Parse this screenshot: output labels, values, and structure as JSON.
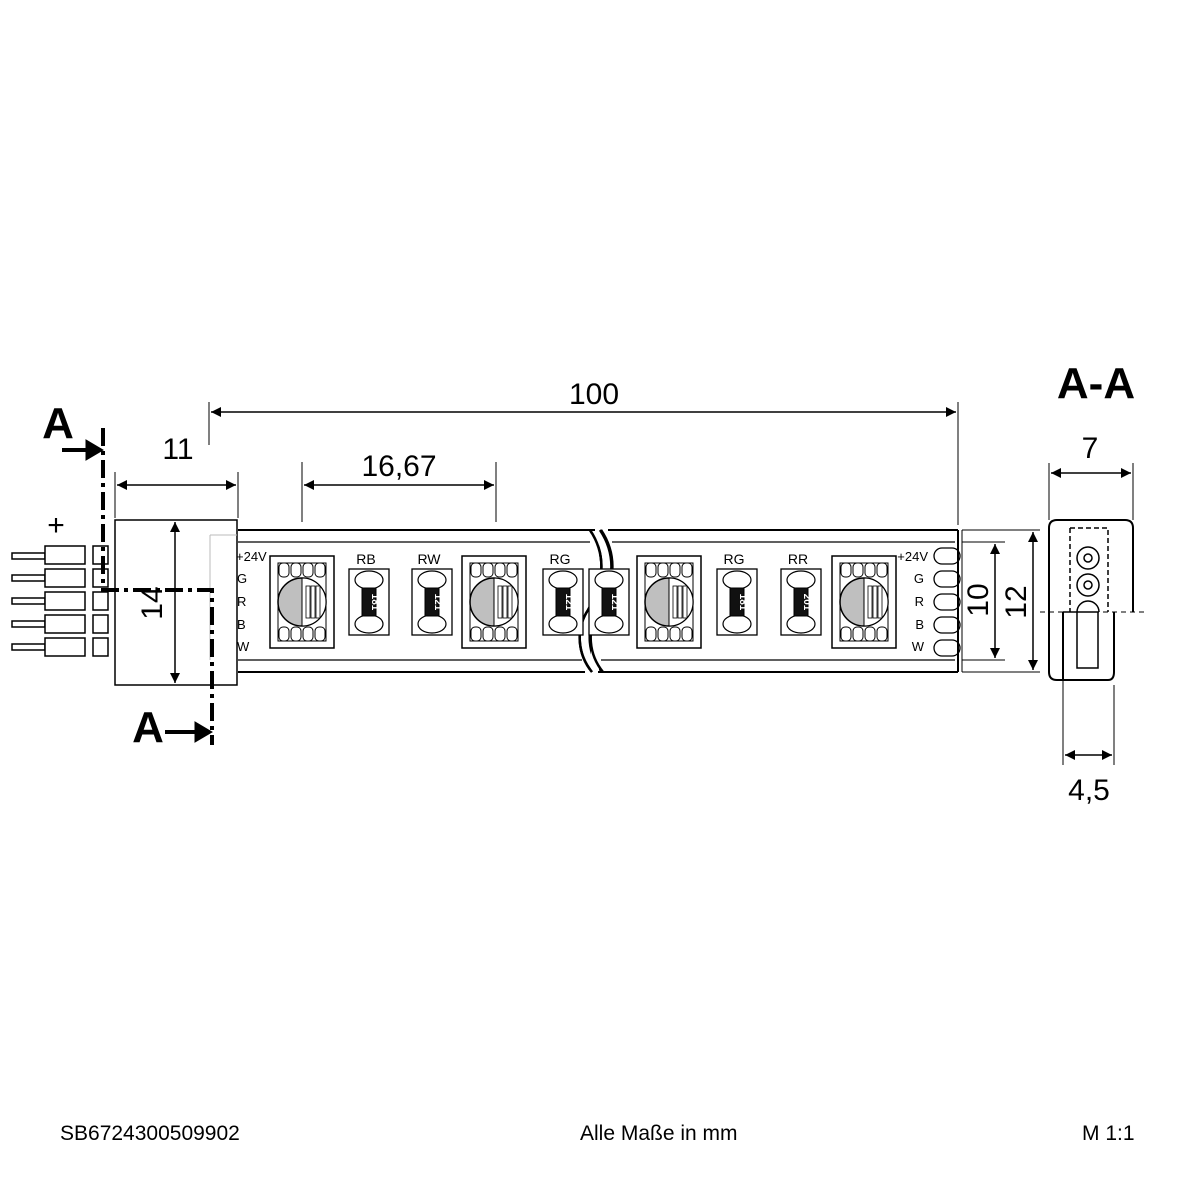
{
  "dimensions": {
    "total_length": "100",
    "pitch": "16,67",
    "connector_length": "11",
    "connector_height": "14",
    "strip_inner_width": "10",
    "strip_outer_width": "12",
    "section_width": "7",
    "section_height": "4,5"
  },
  "section": {
    "marker": "A",
    "title": "A-A"
  },
  "connector": {
    "plus_sign": "+"
  },
  "pads": {
    "left": [
      "+24V",
      "G",
      "R",
      "B",
      "W"
    ],
    "right": [
      "+24V",
      "G",
      "R",
      "B",
      "W"
    ]
  },
  "resistors": [
    {
      "label": "RB",
      "code": "181"
    },
    {
      "label": "RW",
      "code": "121"
    },
    {
      "label": "RG",
      "code": "121"
    },
    {
      "label": "",
      "code": "121"
    },
    {
      "label": "RG",
      "code": "181"
    },
    {
      "label": "RR",
      "code": "201"
    }
  ],
  "footer": {
    "article_number": "SB6724300509902",
    "units_note": "Alle Maße in mm",
    "scale": "M 1:1"
  }
}
